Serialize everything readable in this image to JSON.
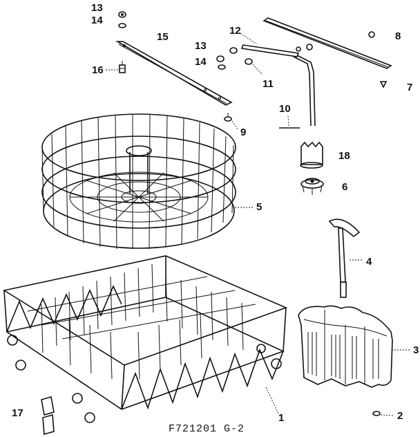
{
  "callouts": {
    "c13a": "13",
    "c14a": "14",
    "c15": "15",
    "c16": "16",
    "c12": "12",
    "c13b": "13",
    "c14b": "14",
    "c8": "8",
    "c11": "11",
    "c7": "7",
    "c10": "10",
    "c9": "9",
    "c18": "18",
    "c6": "6",
    "c5": "5",
    "c4": "4",
    "c3": "3",
    "c17": "17",
    "c1": "1",
    "c2": "2"
  },
  "caption": "F721201 G-2"
}
